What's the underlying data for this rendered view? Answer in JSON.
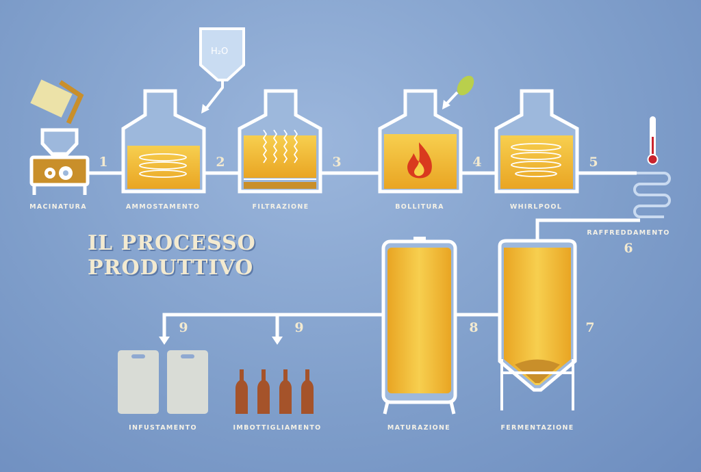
{
  "title": {
    "line1": "IL PROCESSO",
    "line2": "PRODUTTIVO"
  },
  "water_label": "H₂O",
  "steps": [
    {
      "label": "MACINATURA",
      "number": "1"
    },
    {
      "label": "AMMOSTAMENTO",
      "number": "2"
    },
    {
      "label": "FILTRAZIONE",
      "number": "3"
    },
    {
      "label": "BOLLITURA",
      "number": "4"
    },
    {
      "label": "WHIRLPOOL",
      "number": "5"
    },
    {
      "label": "RAFFREDDAMENTO",
      "number": "6"
    },
    {
      "label": "FERMENTAZIONE",
      "number": "7"
    },
    {
      "label": "MATURAZIONE",
      "number": "8"
    },
    {
      "label": "IMBOTTIGLIAMENTO",
      "number": "9"
    },
    {
      "label": "INFUSTAMENTO",
      "number": "9"
    }
  ],
  "colors": {
    "background": "#809fcb",
    "pipe": "#ffffff",
    "beer": "#f2b632",
    "tank_inner": "#9db8dc",
    "bottle": "#a5532a",
    "keg": "#d9dcd6",
    "text": "#f3ead0"
  }
}
